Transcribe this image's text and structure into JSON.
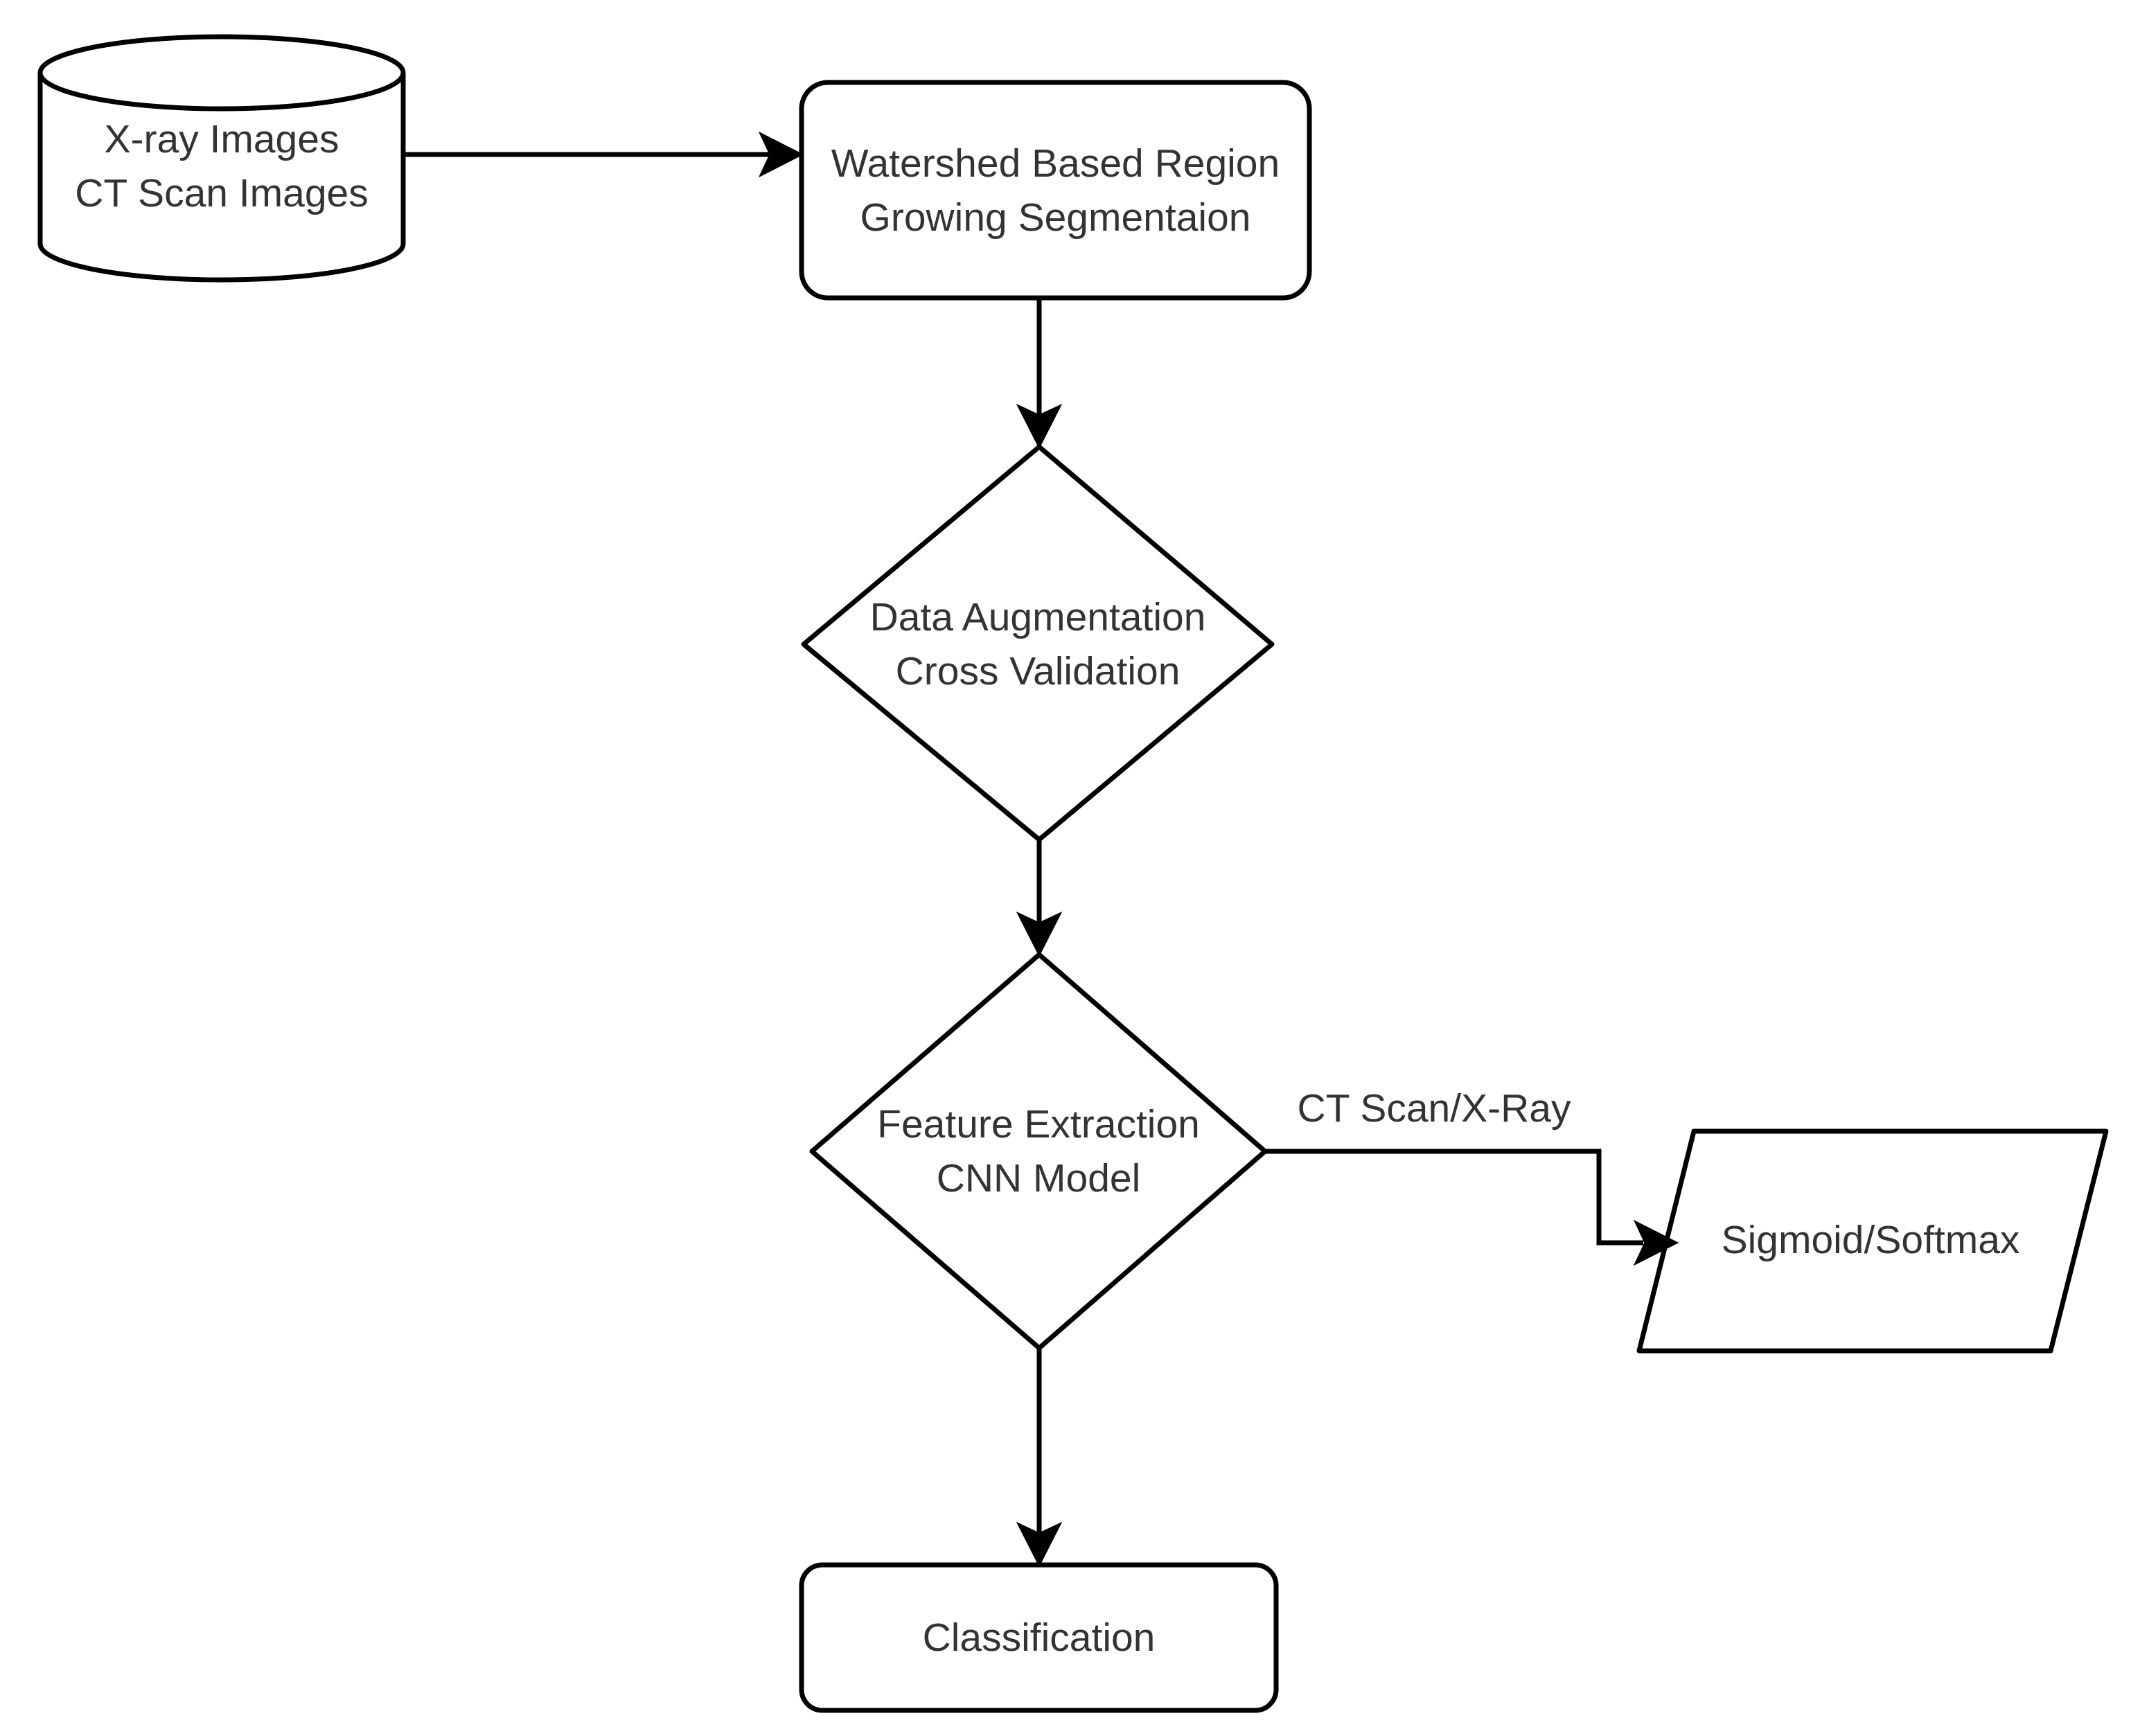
{
  "nodes": {
    "input": {
      "line1": "X-ray Images",
      "line2": "CT Scan Images"
    },
    "segmentation": {
      "line1": "Watershed Based Region",
      "line2": "Growing Segmentaion"
    },
    "augmentation": {
      "line1": "Data Augmentation",
      "line2": "Cross Validation"
    },
    "feature": {
      "line1": "Feature Extraction",
      "line2": "CNN Model"
    },
    "activation": {
      "label": "Sigmoid/Softmax"
    },
    "classification": {
      "label": "Classification"
    }
  },
  "edges": {
    "feature_to_activation": {
      "label": "CT Scan/X-Ray"
    }
  }
}
